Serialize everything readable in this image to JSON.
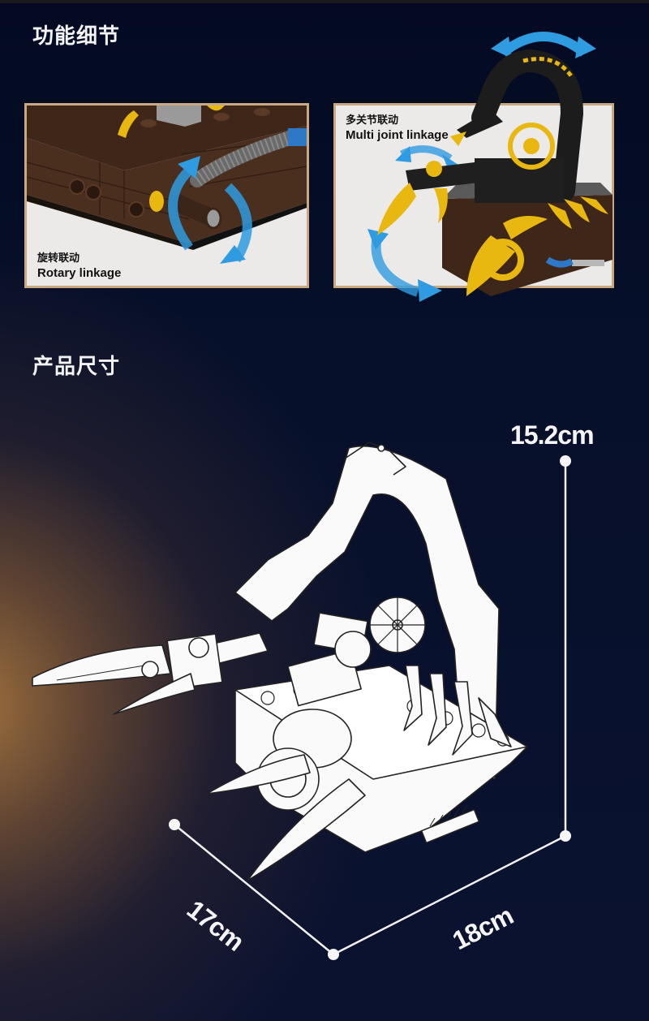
{
  "sections": {
    "features": {
      "title": "功能细节"
    },
    "dimensions": {
      "title": "产品尺寸"
    }
  },
  "feature_cards": [
    {
      "label_zh": "旋转联动",
      "label_en": "Rotary linkage",
      "icon": "rotate-arrows-icon"
    },
    {
      "label_zh": "多关节联动",
      "label_en": "Multi joint linkage",
      "icon": "swing-arrows-icon"
    }
  ],
  "dimensions": {
    "height": "15.2cm",
    "depth": "17cm",
    "width": "18cm"
  },
  "colors": {
    "background": "#050b24",
    "frame": "#caa882",
    "arrow": "#2f9be0",
    "gold": "#e8b710",
    "brick_brown": "#4a2f1f"
  }
}
